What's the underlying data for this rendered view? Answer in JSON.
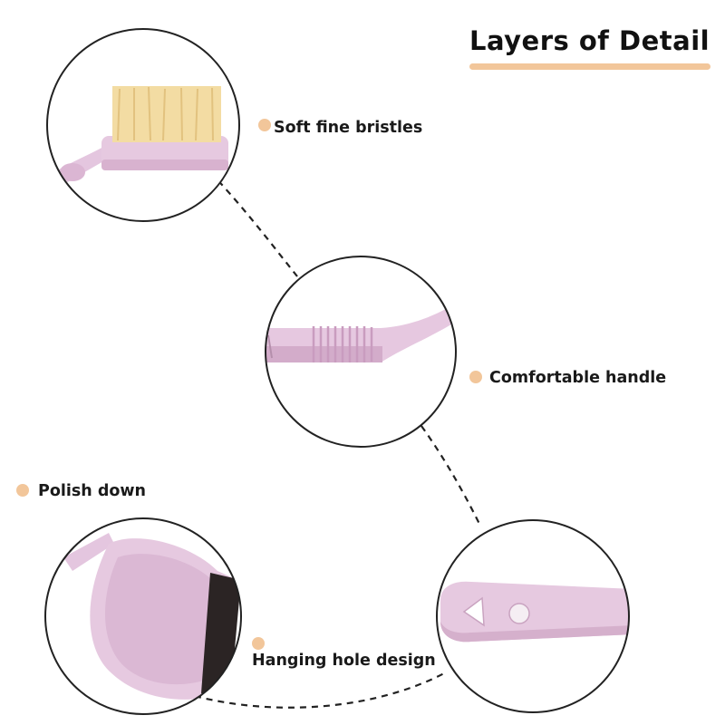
{
  "title": "Layers of Detail",
  "features": {
    "bristles": "Soft fine bristles",
    "handle": "Comfortable handle",
    "polish": "Polish down",
    "hanging": "Hanging hole design"
  },
  "colors": {
    "accent": "#f2c69a",
    "product": "#e4c6df",
    "product_dark": "#cfa6c8",
    "bristle": "#f3dca3",
    "circle_border": "#222222"
  }
}
